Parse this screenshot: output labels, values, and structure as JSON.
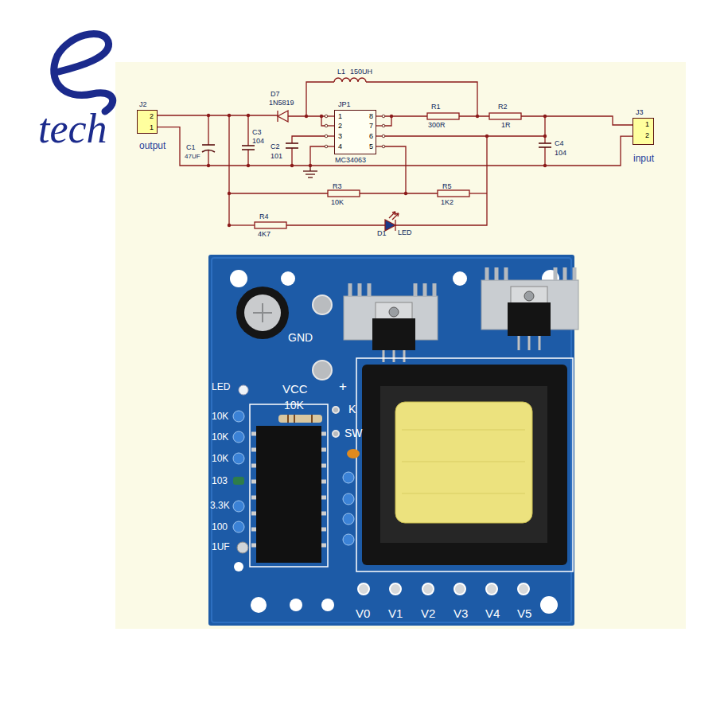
{
  "diagram": {
    "nodes": [
      {
        "text": [
          "J2",
          "2",
          "1",
          "output"
        ]
      },
      {
        "text": [
          "JP1",
          "1",
          "2",
          "3",
          "4",
          "8",
          "7",
          "6",
          "5",
          "MC34063"
        ]
      },
      {
        "text": [
          "J3",
          "1",
          "2",
          "input"
        ]
      }
    ],
    "edges": [
      {
        "from": 0,
        "to": 2,
        "arrow": "none"
      }
    ],
    "labels": [
      "tech",
      "L1",
      "150UH",
      "D7",
      "1N5819",
      "R1",
      "300R",
      "R2",
      "1R",
      "C3",
      "104",
      "C1",
      "47UF",
      "C2",
      "101",
      "C4",
      "104",
      "R3",
      "10K",
      "R5",
      "1K2",
      "R4",
      "4K7",
      "D1",
      "LED",
      "GND",
      "LED",
      "VCC",
      "+",
      "10K",
      "K",
      "SW",
      "10K",
      "10K",
      "10K",
      "103",
      "3.3K",
      "100",
      "1UF",
      "V0",
      "V1",
      "V2",
      "V3",
      "V4",
      "V5"
    ]
  }
}
